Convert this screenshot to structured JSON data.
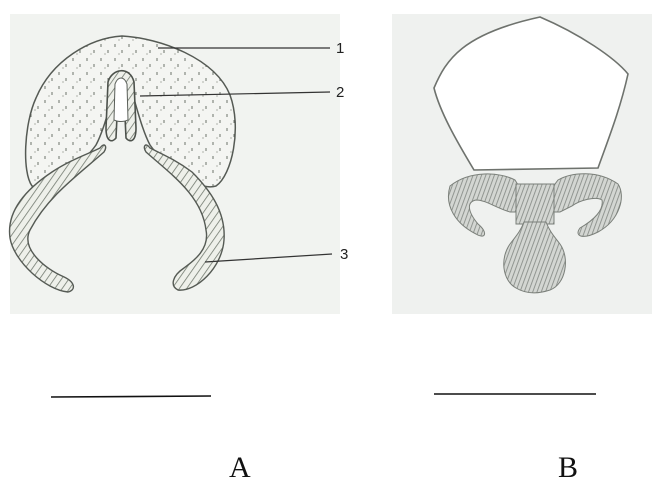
{
  "callouts": [
    "1",
    "2",
    "3"
  ],
  "panels": [
    {
      "label": "A"
    },
    {
      "label": "B"
    }
  ]
}
